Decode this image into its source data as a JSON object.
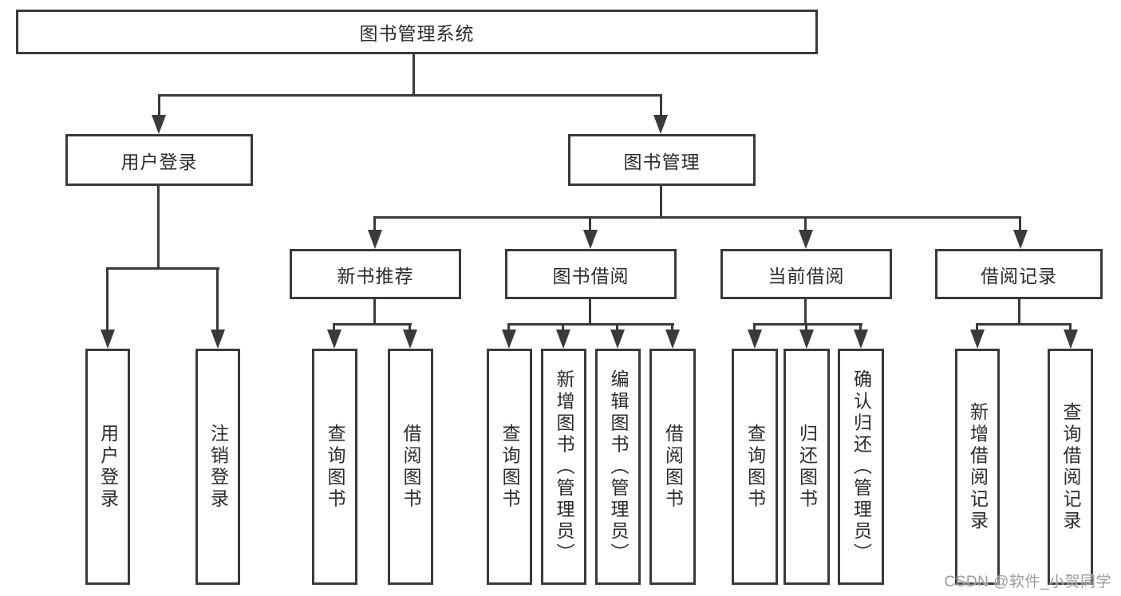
{
  "tree": {
    "root": {
      "label": "图书管理系统",
      "children": [
        {
          "label": "用户登录",
          "children": [
            {
              "label": "用户登录"
            },
            {
              "label": "注销登录"
            }
          ]
        },
        {
          "label": "图书管理",
          "children": [
            {
              "label": "新书推荐",
              "children": [
                {
                  "label": "查询图书"
                },
                {
                  "label": "借阅图书"
                }
              ]
            },
            {
              "label": "图书借阅",
              "children": [
                {
                  "label": "查询图书"
                },
                {
                  "label": "新增图书（管理员）"
                },
                {
                  "label": "编辑图书（管理员）"
                },
                {
                  "label": "借阅图书"
                }
              ]
            },
            {
              "label": "当前借阅",
              "children": [
                {
                  "label": "查询图书"
                },
                {
                  "label": "归还图书"
                },
                {
                  "label": "确认归还（管理员）"
                }
              ]
            },
            {
              "label": "借阅记录",
              "children": [
                {
                  "label": "新增借阅记录"
                },
                {
                  "label": "查询借阅记录"
                }
              ]
            }
          ]
        }
      ]
    }
  },
  "watermark": {
    "text": "CSDN @软件_小贺同学"
  },
  "colors": {
    "line": "#3a3a3a",
    "text": "#2b2b2b",
    "background": "#ffffff",
    "watermark": "#9c9c9c"
  }
}
